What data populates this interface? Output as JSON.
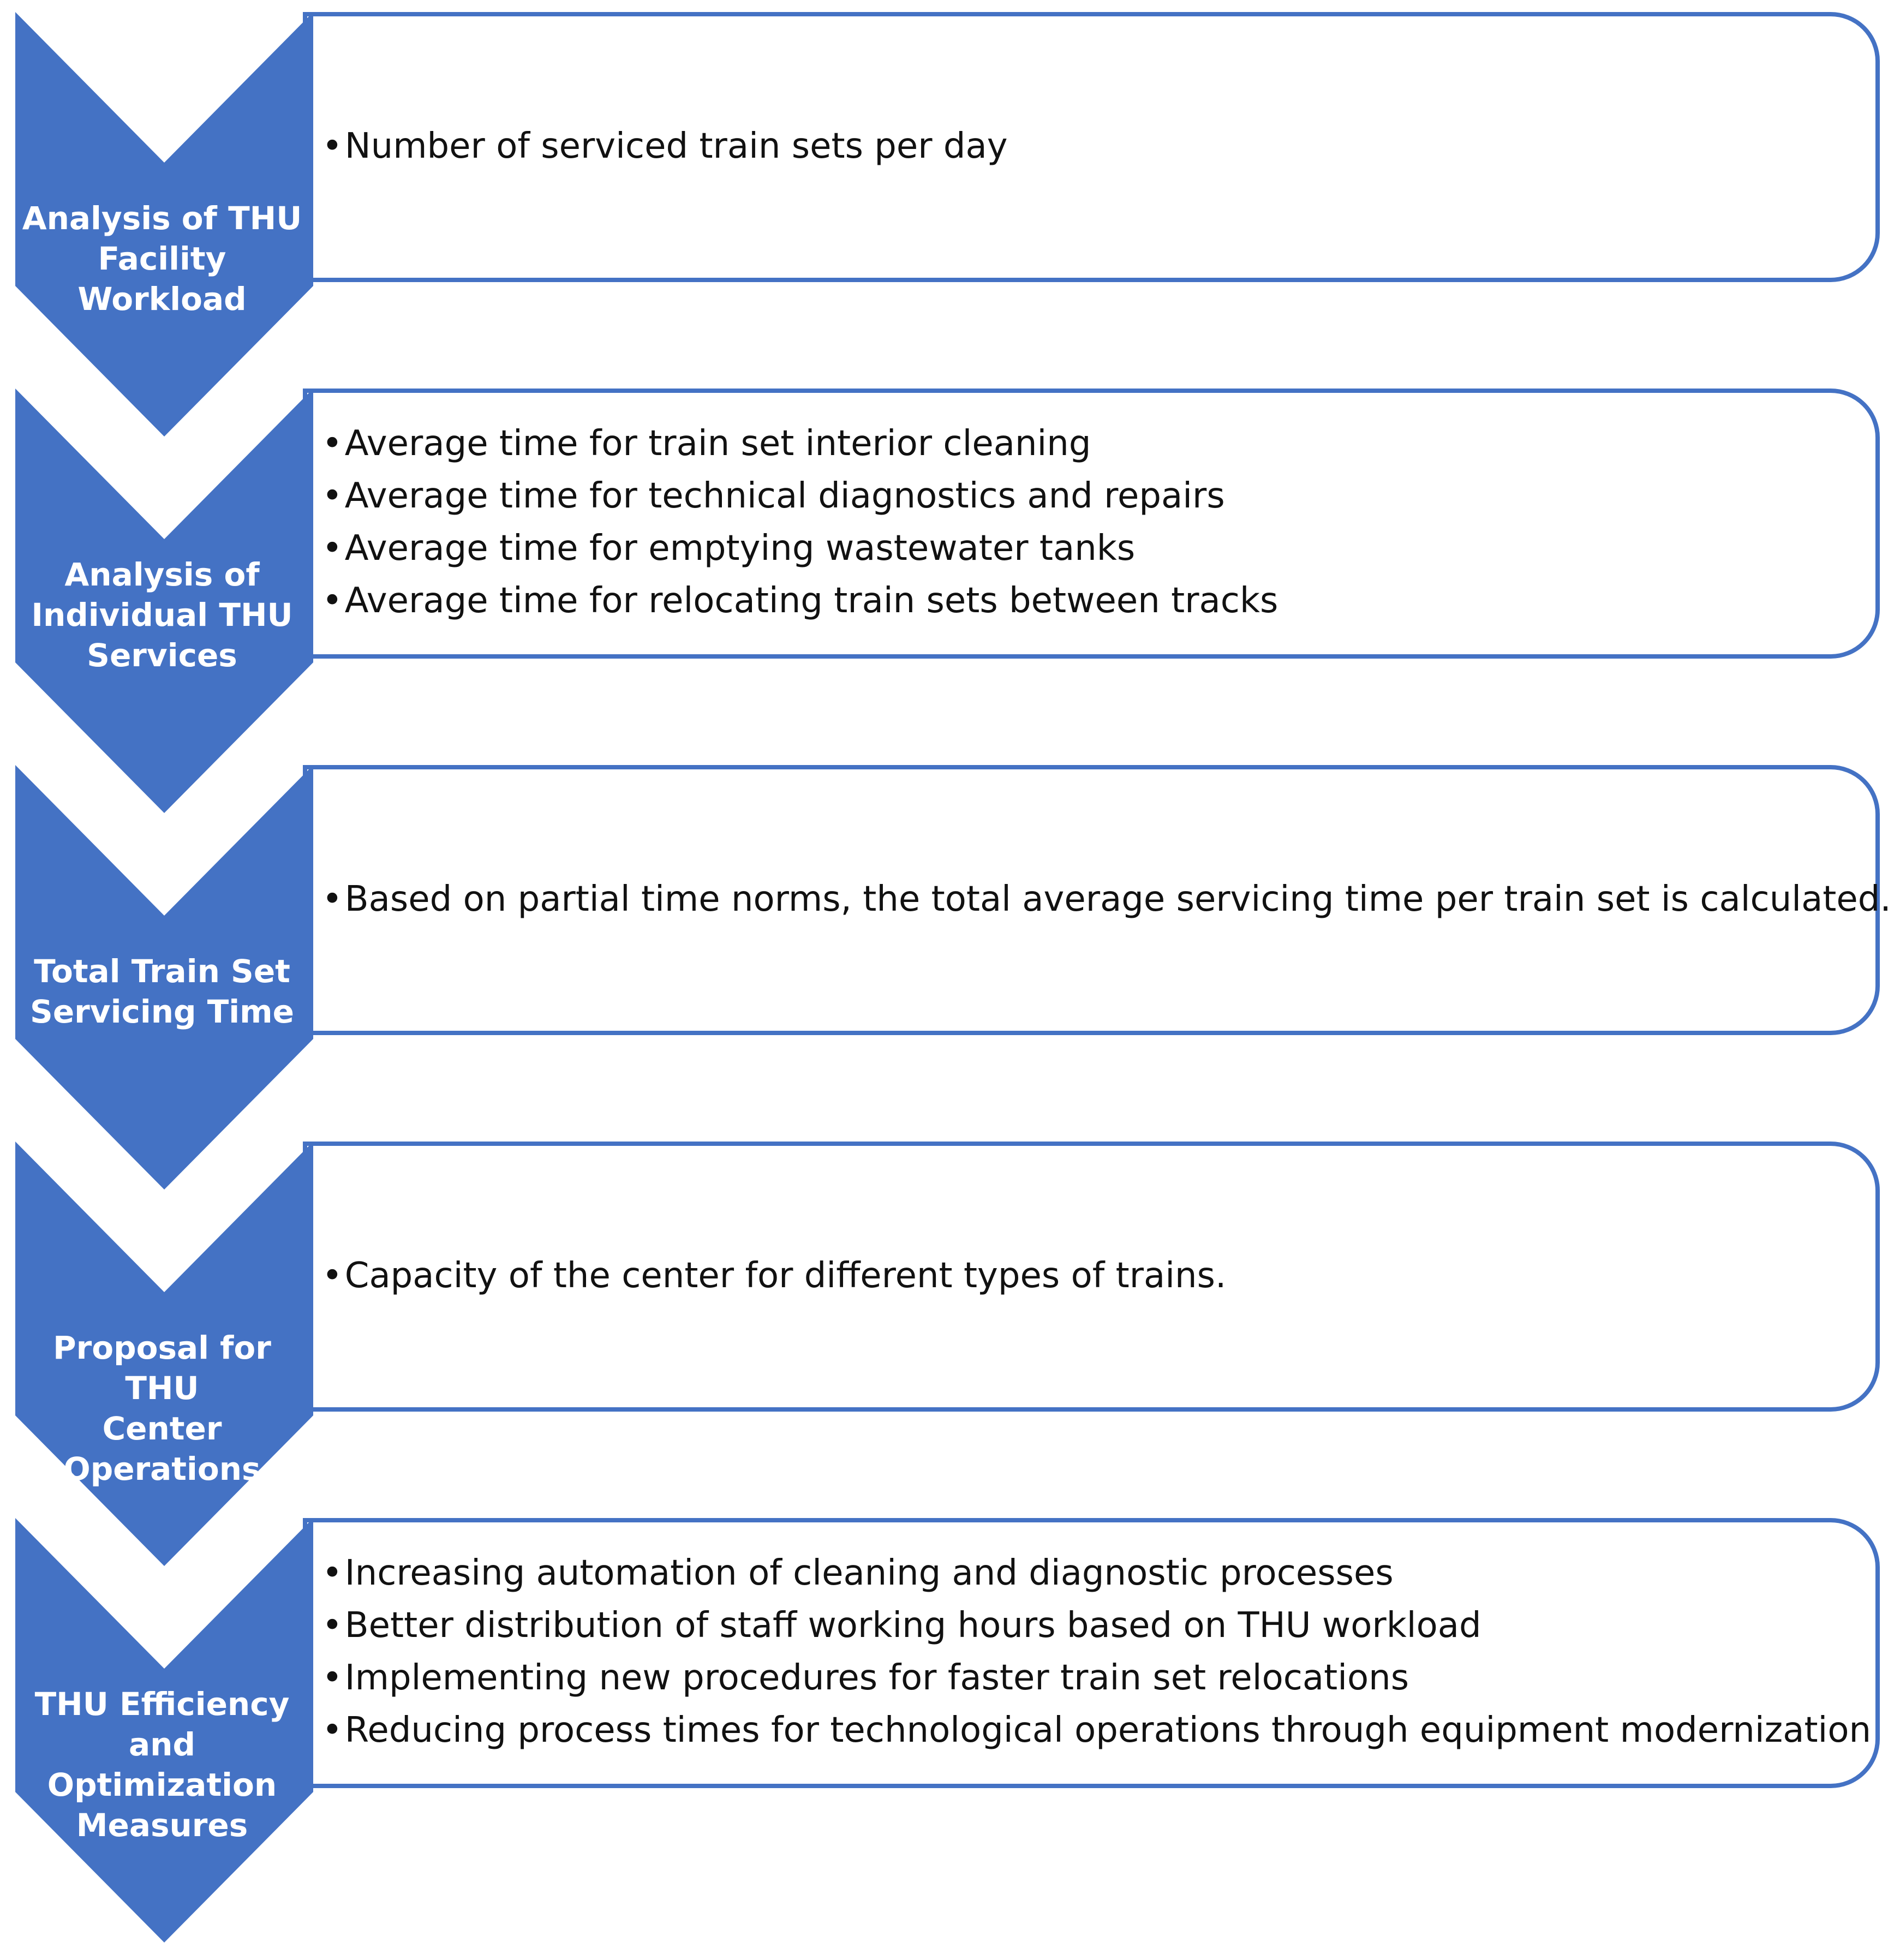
{
  "colors": {
    "accent": "#4472C4",
    "box_border": "#4472C4",
    "text": "#111111",
    "label_text": "#ffffff"
  },
  "steps": [
    {
      "label_lines": [
        "Analysis of THU",
        "Facility Workload"
      ],
      "items": [
        "Number of serviced train sets per day"
      ]
    },
    {
      "label_lines": [
        "Analysis of",
        "Individual THU",
        "Services"
      ],
      "items": [
        "Average time for train set interior cleaning",
        "Average time for technical diagnostics and repairs",
        "Average time for emptying wastewater tanks",
        "Average time for relocating train sets between tracks"
      ]
    },
    {
      "label_lines": [
        "Total Train Set",
        "Servicing Time"
      ],
      "items": [
        "Based on partial time norms, the total average servicing time per train set is calculated."
      ]
    },
    {
      "label_lines": [
        "Proposal for THU",
        "Center Operations"
      ],
      "items": [
        "Capacity of the center for different types of trains."
      ]
    },
    {
      "label_lines": [
        "THU Efficiency and",
        "Optimization",
        "Measures"
      ],
      "items": [
        "Increasing automation of cleaning and diagnostic processes",
        "Better distribution of staff working hours based on THU workload",
        "Implementing new procedures for faster train set relocations",
        "Reducing process times for technological operations through equipment modernization"
      ]
    }
  ]
}
